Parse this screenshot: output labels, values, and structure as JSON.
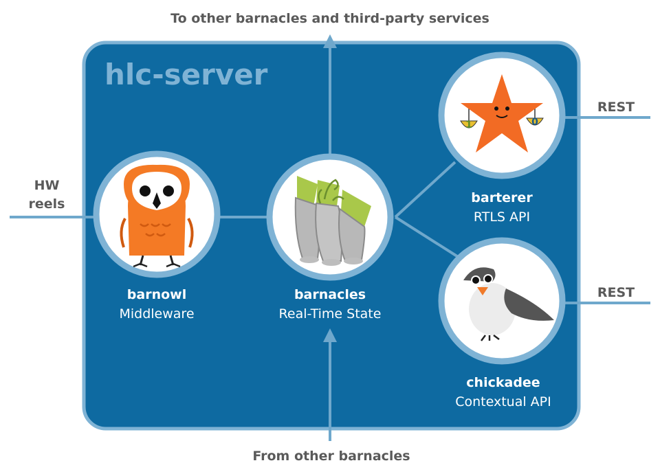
{
  "diagram": {
    "title": "hlc-server",
    "top_label": "To other barnacles and third-party services",
    "bottom_label": "From other barnacles",
    "left_label_line1": "HW",
    "left_label_line2": "reels",
    "rest_label_1": "REST",
    "rest_label_2": "REST"
  },
  "nodes": {
    "barnowl": {
      "name": "barnowl",
      "role": "Middleware",
      "icon": "owl-icon"
    },
    "barnacles": {
      "name": "barnacles",
      "role": "Real-Time State",
      "icon": "barnacles-icon"
    },
    "barterer": {
      "name": "barterer",
      "role": "RTLS API",
      "icon": "starfish-icon"
    },
    "chickadee": {
      "name": "chickadee",
      "role": "Contextual API",
      "icon": "bird-icon"
    }
  },
  "colors": {
    "panel": "#0e6aa1",
    "line": "#6fa8cc",
    "node_bg": "#ffffff",
    "title": "#7fb3d5",
    "external_text": "#5a5a5a",
    "owl": "#f47a25",
    "starfish": "#f26b24"
  }
}
